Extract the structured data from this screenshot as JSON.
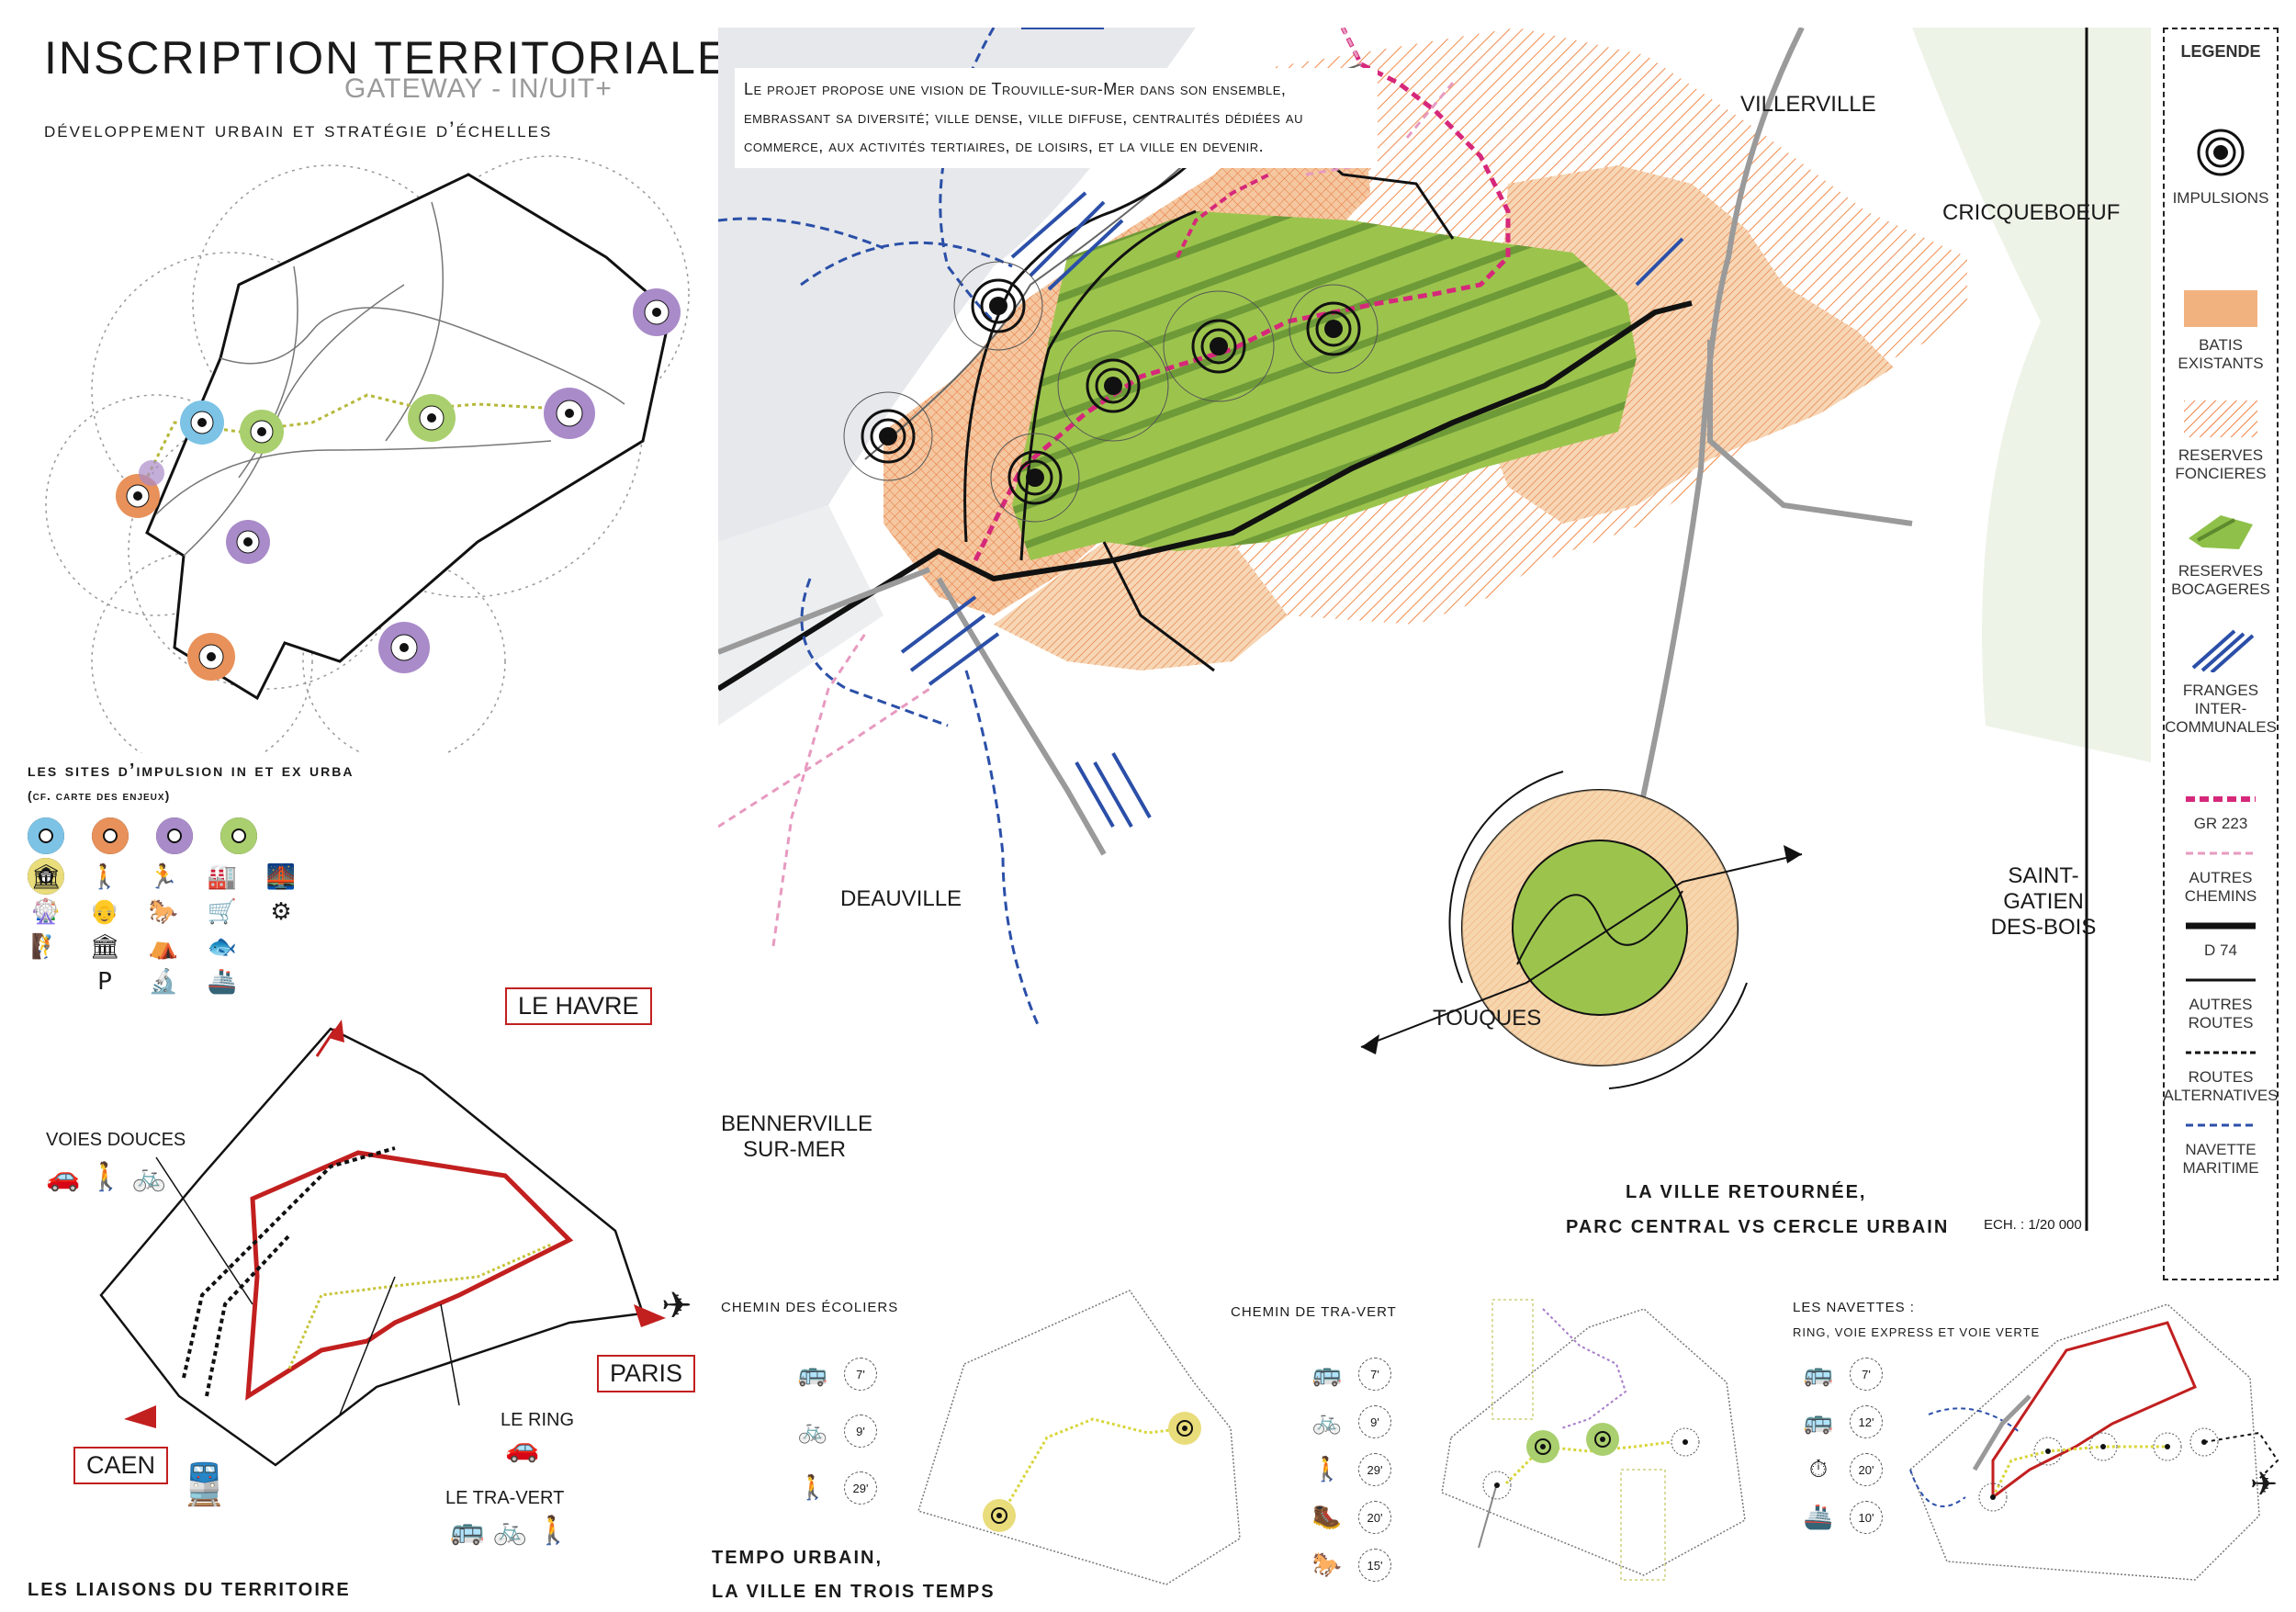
{
  "header": {
    "title": "INSCRIPTION TERRITORIALE,",
    "subtitle": "GATEWAY - IN/UIT+",
    "subtitle2": "développement urbain et stratégie d’échelles"
  },
  "intro_text": "Le projet propose une vision de Trouville-sur-Mer dans son ensemble, embrassant sa diversité; ville dense, ville diffuse, centralités dédiées au commerce, aux activités tertiaires, de loisirs, et la ville en devenir.",
  "places": {
    "villerville": "VILLERVILLE",
    "cricqueboeuf": "CRICQUEBOEUF",
    "deauville": "DEAUVILLE",
    "touques": "TOUQUES",
    "saint_gatien": "SAINT-GATIEN DES-BOIS",
    "bennerville": "BENNERVILLE SUR-MER"
  },
  "map_caption": {
    "line1": "LA VILLE RETOURNÉE,",
    "line2": "PARC CENTRAL VS CERCLE URBAIN",
    "scale": "ECH. : 1/20 000"
  },
  "legend": {
    "title": "LEGENDE",
    "items": [
      {
        "label": "IMPULSIONS",
        "kind": "impulse"
      },
      {
        "label": "BATIS EXISTANTS",
        "kind": "batis",
        "color": "#f0a46a"
      },
      {
        "label": "RESERVES FONCIERES",
        "kind": "reserves",
        "color": "#f08040"
      },
      {
        "label": "RESERVES BOCAGERES",
        "kind": "bocage",
        "color": "#8fc14a"
      },
      {
        "label": "FRANGES INTER-COMMUNALES",
        "kind": "franges",
        "color": "#2b4fa8"
      },
      {
        "label": "GR 223",
        "kind": "gr",
        "color": "#d6287a"
      },
      {
        "label": "AUTRES CHEMINS",
        "kind": "chemins",
        "color": "#e79ac0"
      },
      {
        "label": "D 74",
        "kind": "d74",
        "color": "#111111"
      },
      {
        "label": "AUTRES ROUTES",
        "kind": "routes",
        "color": "#111111"
      },
      {
        "label": "ROUTES ALTERNATIVES",
        "kind": "alt",
        "color": "#111111"
      },
      {
        "label": "NAVETTE MARITIME",
        "kind": "navette",
        "color": "#2b4fa8"
      }
    ]
  },
  "sites": {
    "title": "les sites d’impulsion in et ex urba",
    "note": "(cf. carte des enjeux)",
    "colors": [
      "#7cc3e6",
      "#e8915a",
      "#a98bc9",
      "#a9cf6e",
      "#e9dc7a"
    ],
    "icons": [
      [
        "🏛",
        "🎡",
        "🧗"
      ],
      [
        "🚶",
        "👴",
        "🏛",
        "P"
      ],
      [
        "🏃",
        "🐎",
        "⛺",
        "🔬"
      ],
      [
        "🏭",
        "🛒",
        "🐟",
        "🚢"
      ],
      [
        "🌉",
        "⚙"
      ]
    ]
  },
  "liaisons": {
    "title": "LES LIAISONS DU TERRITOIRE",
    "voies_douces": "VOIES DOUCES",
    "ring": "LE RING",
    "travert": "LE TRA-VERT",
    "cities": {
      "havre": "LE HAVRE",
      "paris": "PARIS",
      "caen": "CAEN"
    }
  },
  "tempo": {
    "title_line1": "TEMPO URBAIN,",
    "title_line2": "LA VILLE EN TROIS TEMPS",
    "ecoliers": {
      "label": "CHEMIN DES ÉCOLIERS",
      "times": [
        "7'",
        "9'",
        "29'"
      ]
    },
    "travert": {
      "label": "CHEMIN DE TRA-VERT",
      "times": [
        "7'",
        "9'",
        "29'",
        "20'",
        "15'"
      ]
    },
    "navettes": {
      "label": "LES NAVETTES :",
      "sub": "RING, VOIE EXPRESS ET VOIE VERTE",
      "times": [
        "7'",
        "12'",
        "20'",
        "10'"
      ]
    }
  }
}
